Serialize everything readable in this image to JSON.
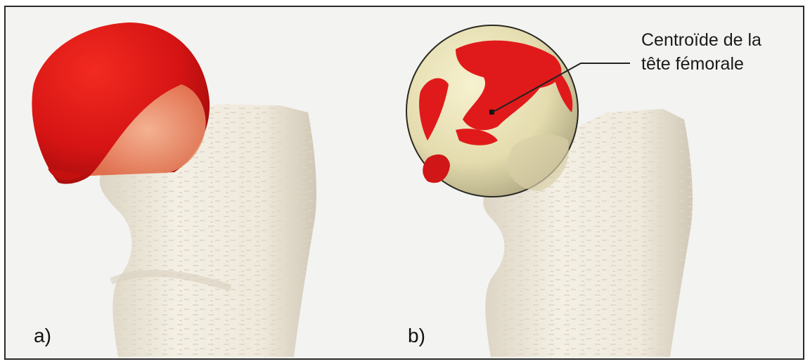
{
  "figure": {
    "panel_a_label": "a)",
    "panel_b_label": "b)",
    "annotation_line1": "Centroïde de la",
    "annotation_line2": "tête fémorale"
  },
  "colors": {
    "bone": "#efe9dc",
    "bone_shadow": "#d6cfbf",
    "red": "#e01a1a",
    "dark_red": "#a50d0d",
    "cut_surface": "#f0a080",
    "sphere": "#ece5b8",
    "sphere_edge": "#2a2a22"
  }
}
